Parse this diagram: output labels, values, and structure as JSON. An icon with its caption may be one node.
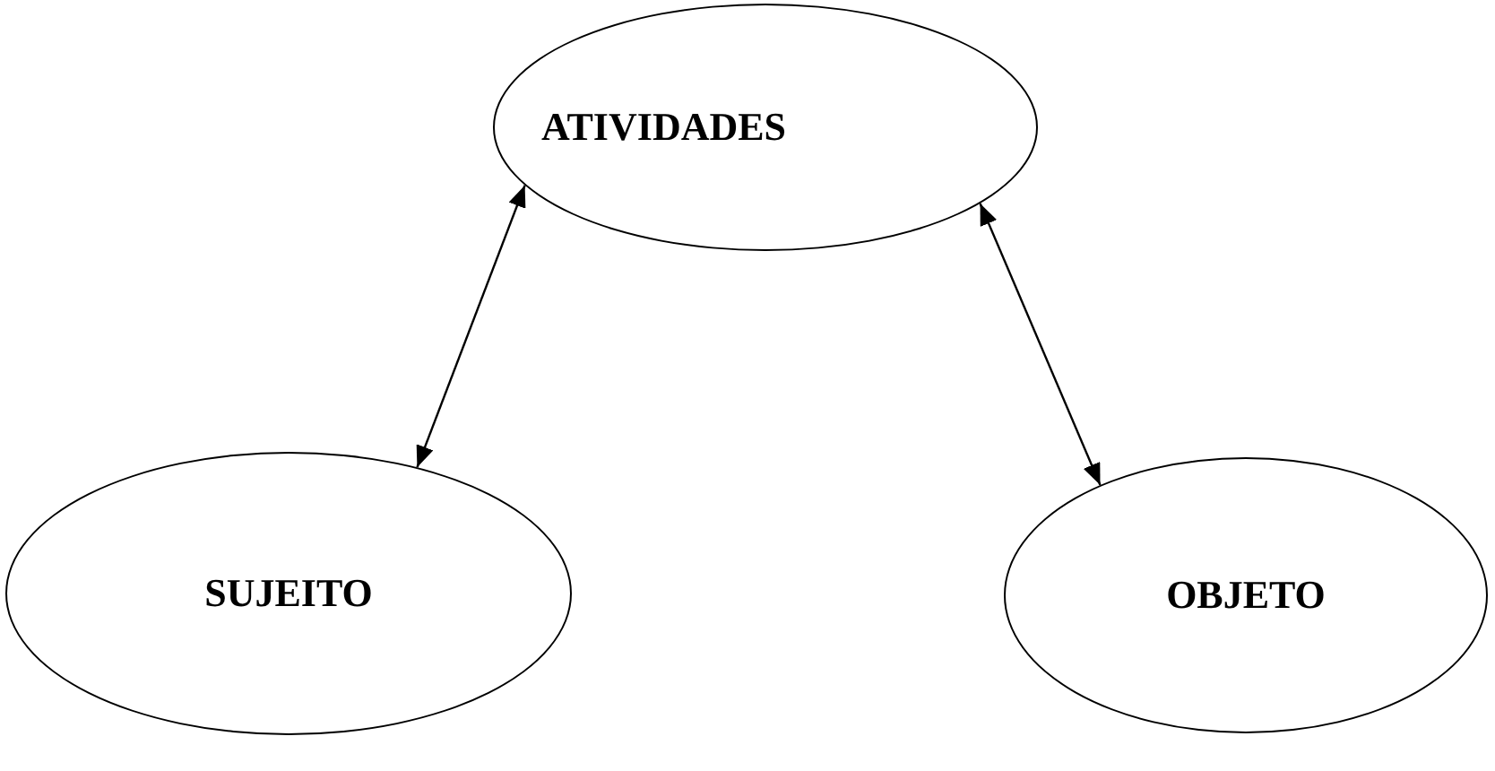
{
  "diagram": {
    "nodes": [
      {
        "text": [
          "ATIVIDADES"
        ]
      },
      {
        "text": [
          "SUJEITO"
        ]
      },
      {
        "text": [
          "OBJETO"
        ]
      }
    ],
    "edges": [
      {
        "from": 0,
        "to": 1,
        "arrow": "both"
      },
      {
        "from": 0,
        "to": 2,
        "arrow": "both"
      }
    ]
  }
}
